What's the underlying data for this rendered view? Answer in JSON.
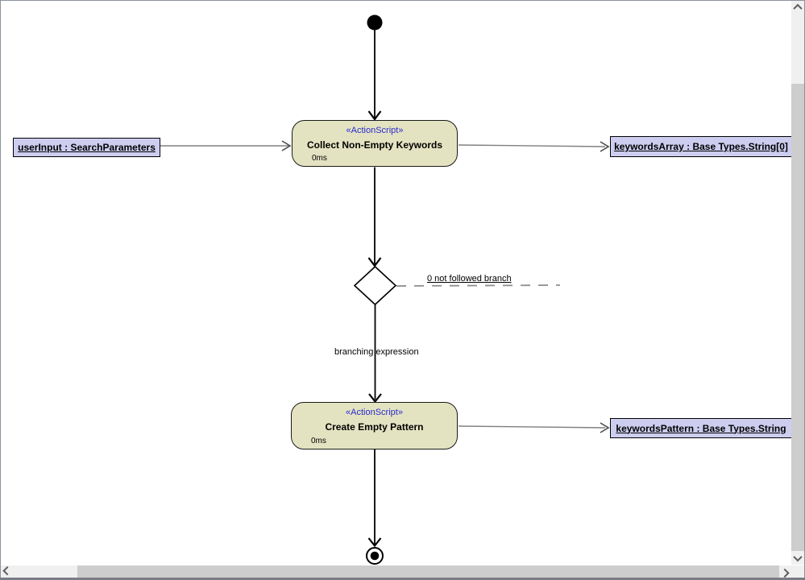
{
  "palette": {
    "canvas_background": "#FFFFFF",
    "window_border": "#8B919E",
    "action_fill": "#E4E3C1",
    "action_border": "#1A1A1A",
    "object_fill": "#CDCDF0",
    "stereotype_color": "#2A2ACD",
    "object_edge_color": "#808080",
    "flow_edge_color": "#000000",
    "dashed_edge_color": "#8F8F8F",
    "scrollbar_track": "#F0F0F0",
    "scrollbar_thumb": "#CDCDCD"
  },
  "diagram": {
    "actions": [
      {
        "stereotype": "«ActionScript»",
        "name": "Collect Non-Empty Keywords",
        "duration": "0ms"
      },
      {
        "stereotype": "«ActionScript»",
        "name": "Create Empty Pattern",
        "duration": "0ms"
      }
    ],
    "object_nodes": [
      {
        "label": "userInput : SearchParameters"
      },
      {
        "label": "keywordsArray : Base Types.String[0]"
      },
      {
        "label": "keywordsPattern : Base Types.String"
      }
    ],
    "edge_labels": [
      {
        "text": "0 not followed branch"
      },
      {
        "text": "branching expression"
      }
    ],
    "control_nodes": [
      "initial-node",
      "decision-node",
      "activity-final-node"
    ]
  },
  "icons": {
    "scroll_up": "chevron-up",
    "scroll_down": "chevron-down",
    "scroll_left": "chevron-left",
    "scroll_right": "chevron-right"
  }
}
